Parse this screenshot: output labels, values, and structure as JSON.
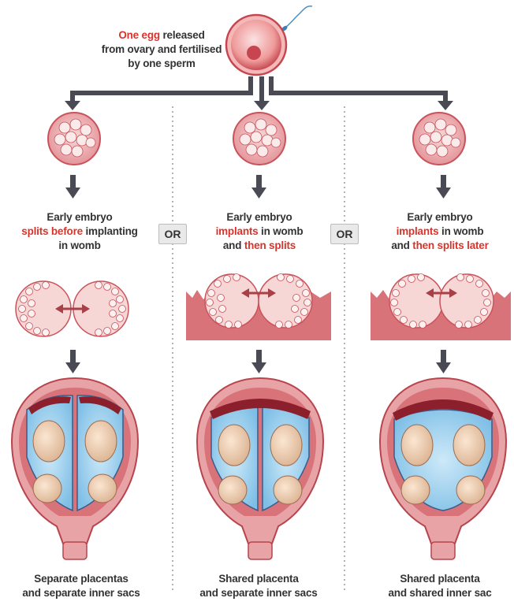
{
  "top": {
    "line1_red": "One egg",
    "line1_rest": " released",
    "line2": "from ovary and fertilised",
    "line3": "by one sperm"
  },
  "columns": [
    {
      "stage_line1": "Early embryo",
      "stage_line2_red": "splits before",
      "stage_line2_rest": " implanting",
      "stage_line3_pre": "in womb",
      "stage_line3_red": "",
      "caption_line1": "Separate placentas",
      "caption_line2": "and separate inner sacs"
    },
    {
      "stage_line1": "Early embryo",
      "stage_line2_red": "implants",
      "stage_line2_rest": " in womb",
      "stage_line3_pre": "and ",
      "stage_line3_red": "then splits",
      "caption_line1": "Shared placenta",
      "caption_line2": "and separate inner sacs"
    },
    {
      "stage_line1": "Early embryo",
      "stage_line2_red": "implants",
      "stage_line2_rest": " in womb",
      "stage_line3_pre": "and ",
      "stage_line3_red": "then splits later",
      "caption_line1": "Shared placenta",
      "caption_line2": "and shared inner sac"
    }
  ],
  "or_label": "OR",
  "colors": {
    "accent_red": "#d9342b",
    "text": "#333333",
    "arrow": "#4a4a55",
    "tissue": "#d9737a",
    "cell": "#f4d2d2",
    "sac": "#9fd0ee"
  }
}
